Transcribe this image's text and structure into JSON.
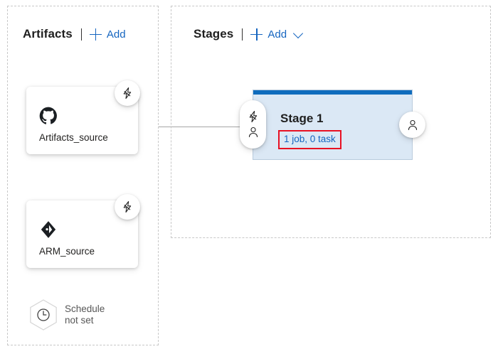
{
  "colors": {
    "accent_blue": "#1565c0",
    "stage_header_blue": "#0f6cbd",
    "stage_body_blue": "#dbe8f5",
    "highlight_red": "#e81123",
    "panel_dashed_border": "#c8c8c8",
    "muted_text": "#575757",
    "canvas_background": "#ffffff"
  },
  "artifacts_panel": {
    "title": "Artifacts",
    "add_label": "Add",
    "add_icon": "plus-icon",
    "cards": [
      {
        "name": "Artifacts_source",
        "icon": "github-icon",
        "badge_icon": "lightning-bolt-icon"
      },
      {
        "name": "ARM_source",
        "icon": "azure-repos-git-icon",
        "badge_icon": "lightning-bolt-icon"
      }
    ],
    "schedule": {
      "icon": "clock-icon",
      "line1": "Schedule",
      "line2": "not set"
    }
  },
  "stages_panel": {
    "title": "Stages",
    "add_label": "Add",
    "add_icon": "plus-icon",
    "chevron_icon": "chevron-down-icon",
    "stage": {
      "title": "Stage 1",
      "subtitle": "1 job, 0 task",
      "subtitle_highlighted": true,
      "pre_deploy_badge": {
        "icons": [
          "lightning-bolt-icon",
          "person-icon"
        ]
      },
      "post_deploy_badge": {
        "icons": [
          "person-icon"
        ]
      }
    }
  }
}
